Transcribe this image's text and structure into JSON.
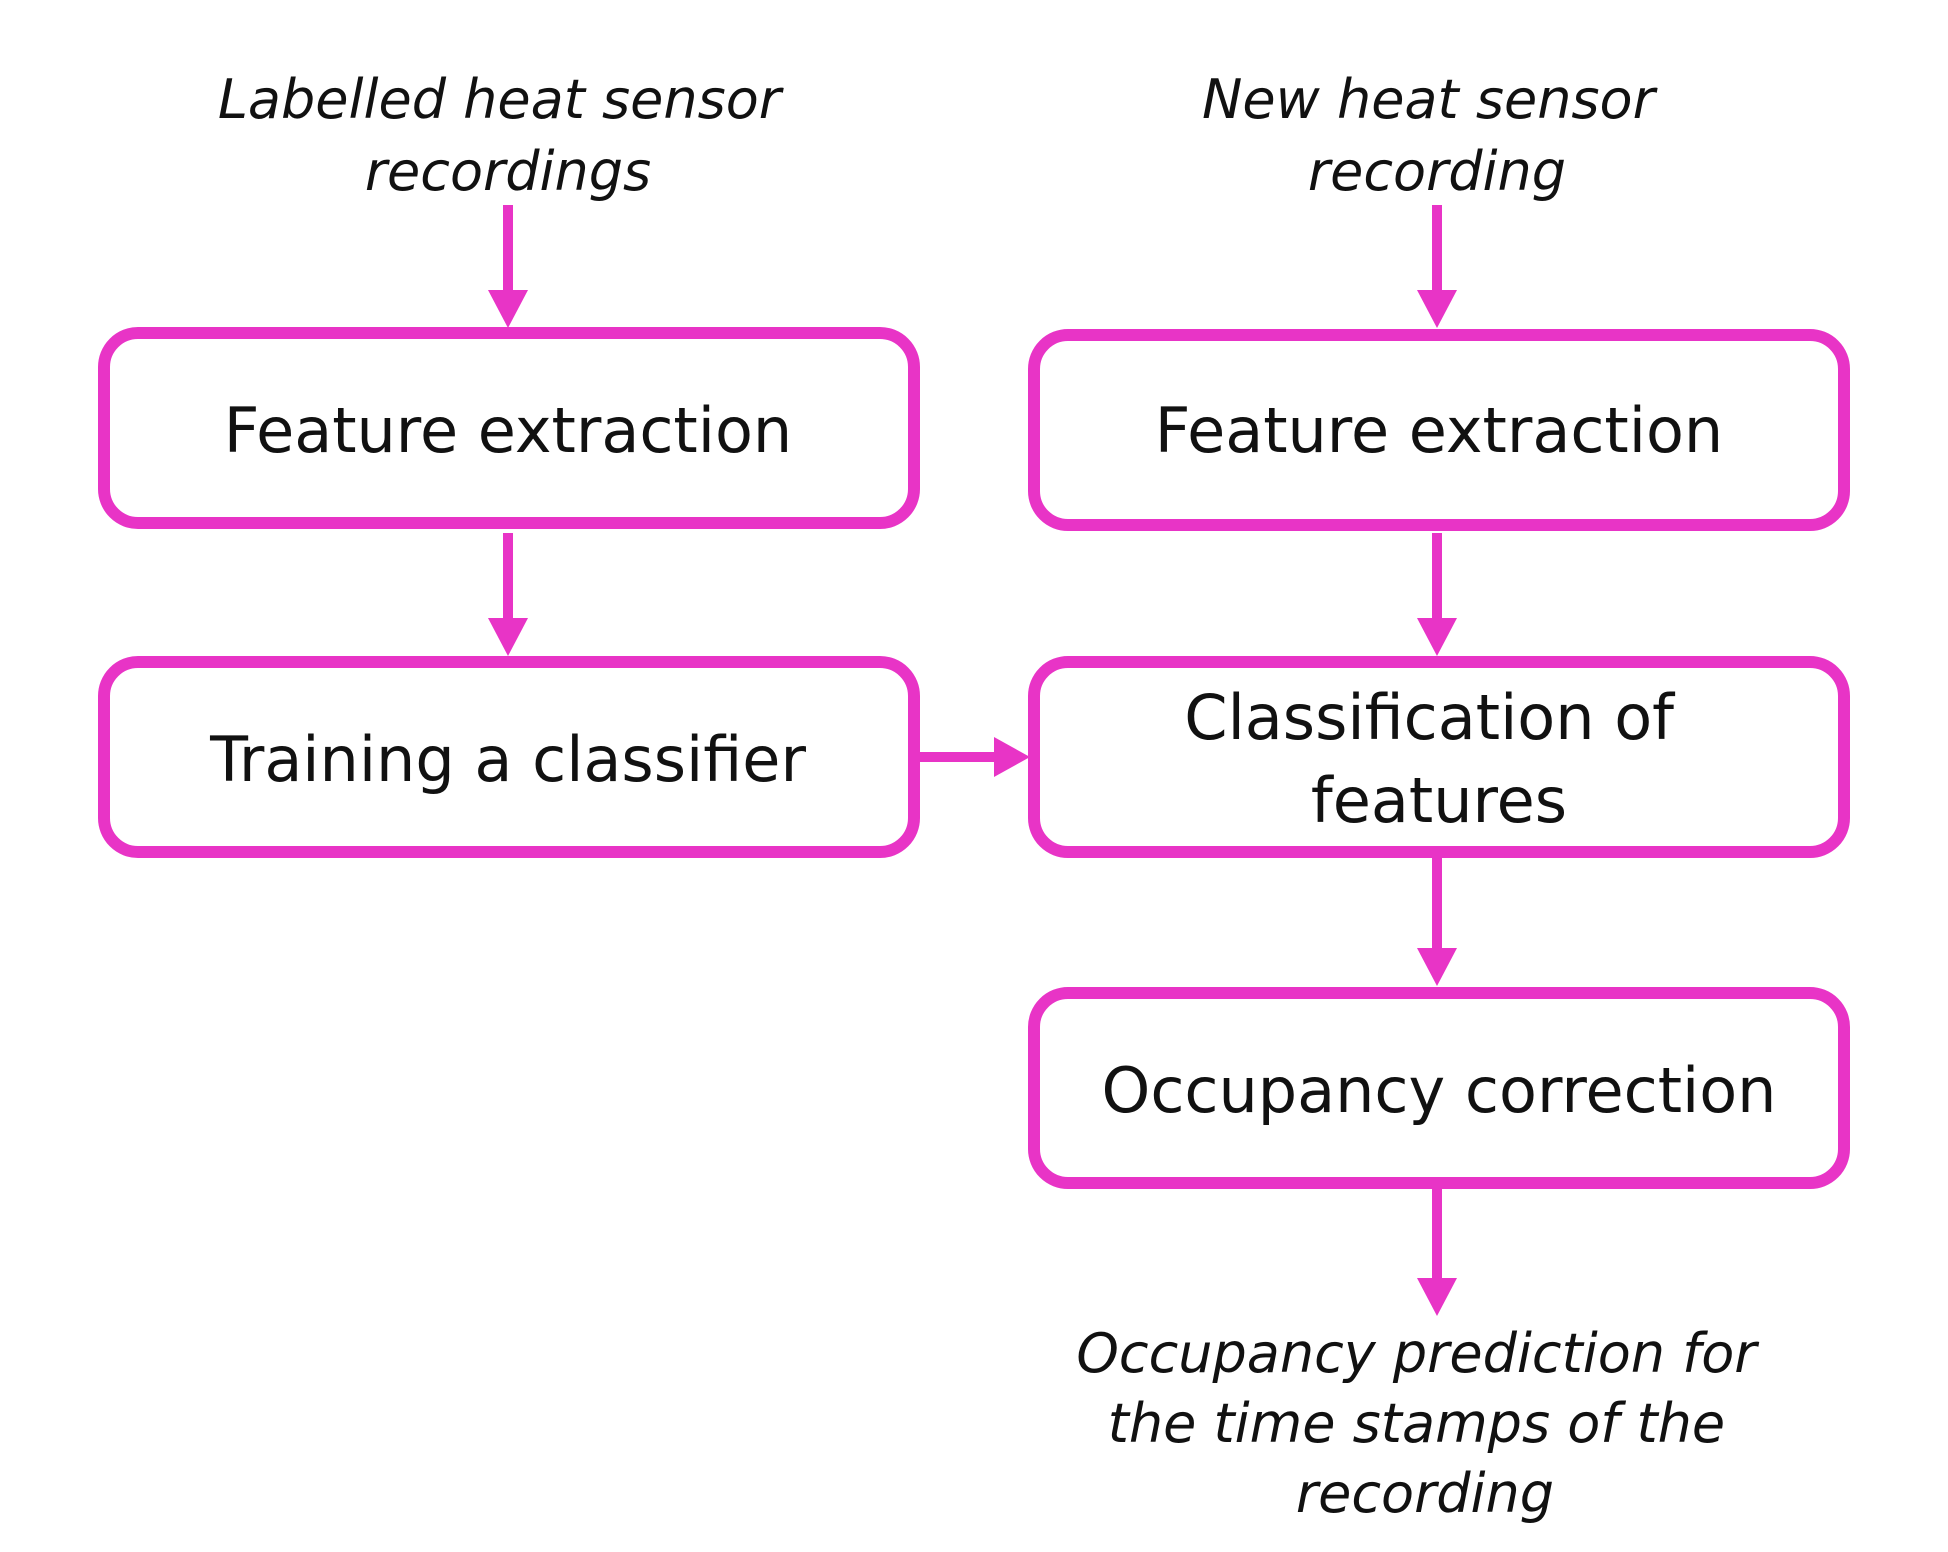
{
  "colors": {
    "accent": "#e834c6",
    "text": "#111111",
    "background": "#ffffff"
  },
  "diagram": {
    "training_input": {
      "line1": "Labelled heat sensor",
      "line2": "recordings"
    },
    "new_input": {
      "line1": "New heat sensor",
      "line2": "recording"
    },
    "boxes": {
      "train_feature_extraction": "Feature extraction",
      "training_classifier": "Training a classifier",
      "new_feature_extraction": "Feature extraction",
      "classification_line1": "Classification of",
      "classification_line2": "features",
      "occupancy_correction": "Occupancy correction"
    },
    "output": {
      "line1": "Occupancy prediction for",
      "line2": "the time stamps of the",
      "line3": "recording"
    }
  }
}
